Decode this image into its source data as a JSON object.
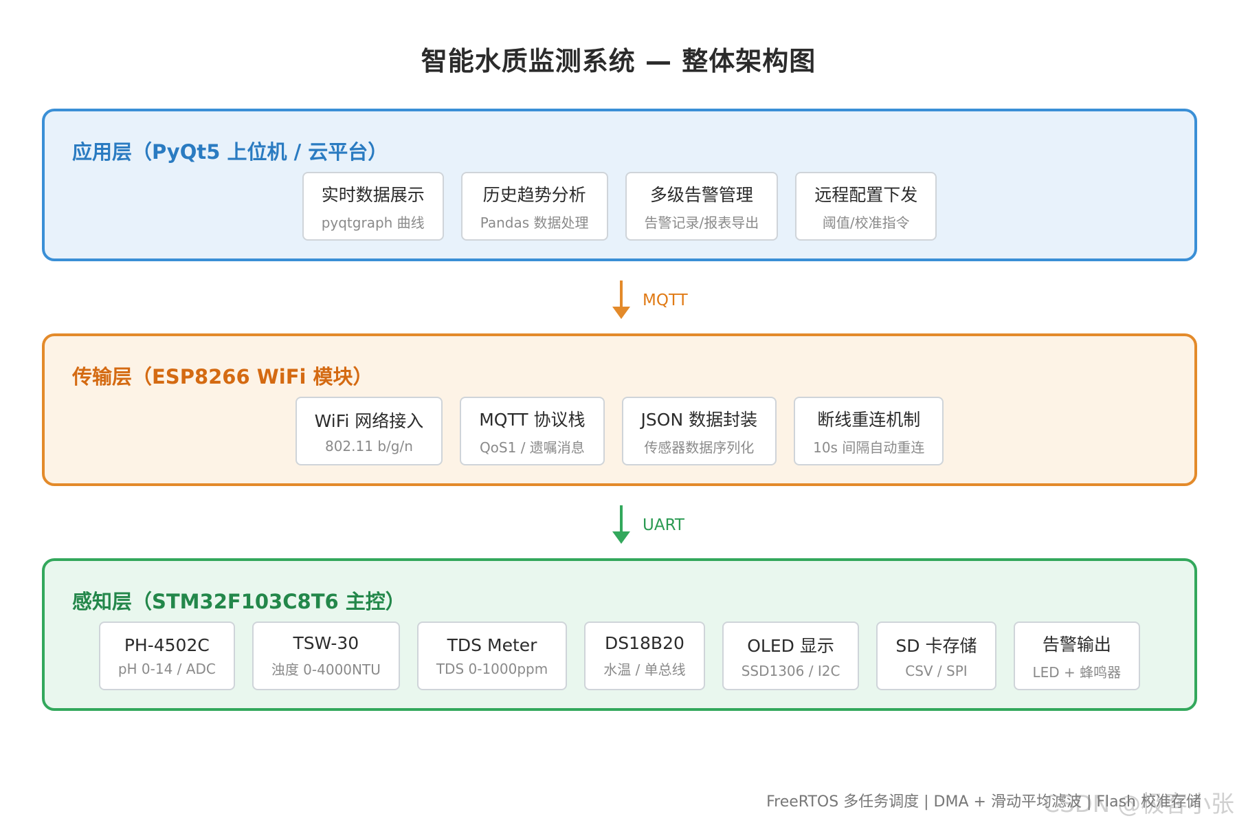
{
  "title": "智能水质监测系统 — 整体架构图",
  "layers": [
    {
      "heading": "应用层（PyQt5 上位机 / 云平台）",
      "color": "#3a8fd6",
      "components": [
        {
          "title": "实时数据展示",
          "subtitle": "pyqtgraph 曲线"
        },
        {
          "title": "历史趋势分析",
          "subtitle": "Pandas 数据处理"
        },
        {
          "title": "多级告警管理",
          "subtitle": "告警记录/报表导出"
        },
        {
          "title": "远程配置下发",
          "subtitle": "阈值/校准指令"
        }
      ]
    },
    {
      "heading": "传输层（ESP8266 WiFi 模块）",
      "color": "#e38a2a",
      "components": [
        {
          "title": "WiFi 网络接入",
          "subtitle": "802.11 b/g/n"
        },
        {
          "title": "MQTT 协议栈",
          "subtitle": "QoS1 / 遗嘱消息"
        },
        {
          "title": "JSON 数据封装",
          "subtitle": "传感器数据序列化"
        },
        {
          "title": "断线重连机制",
          "subtitle": "10s 间隔自动重连"
        }
      ]
    },
    {
      "heading": "感知层（STM32F103C8T6 主控）",
      "color": "#33a85c",
      "components": [
        {
          "title": "PH-4502C",
          "subtitle": "pH 0-14 / ADC"
        },
        {
          "title": "TSW-30",
          "subtitle": "浊度 0-4000NTU"
        },
        {
          "title": "TDS Meter",
          "subtitle": "TDS 0-1000ppm"
        },
        {
          "title": "DS18B20",
          "subtitle": "水温 / 单总线"
        },
        {
          "title": "OLED 显示",
          "subtitle": "SSD1306 / I2C"
        },
        {
          "title": "SD 卡存储",
          "subtitle": "CSV / SPI"
        },
        {
          "title": "告警输出",
          "subtitle": "LED + 蜂鸣器"
        }
      ]
    }
  ],
  "connectors": [
    {
      "label": "MQTT",
      "color": "#e38a2a"
    },
    {
      "label": "UART",
      "color": "#33a85c"
    }
  ],
  "footer": "FreeRTOS 多任务调度 | DMA + 滑动平均滤波 | Flash 校准存储",
  "watermark": "CSDN @极客小张"
}
